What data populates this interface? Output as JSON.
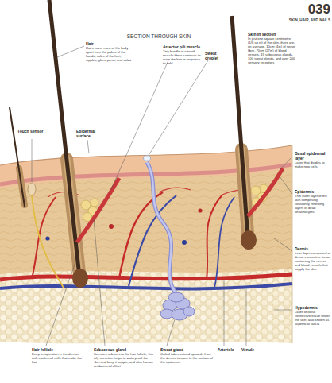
{
  "diagram": {
    "title": "SECTION THROUGH SKIN",
    "labels": [
      "039",
      "SKIN, HAIR, AND NAILS",
      "Hair",
      "Hairs cover most of the body apart from the palms of the hands, soles of the feet, nipples, glans penis, and vulva",
      "Arrector pili muscle",
      "Tiny bundle of smooth muscle fibres contracts to raise the hair in response to cold",
      "Sweat droplet",
      "Skin in section",
      "In just one square centimetre (1/6 sq in) of the skin, there are, on average, 10cm (4in) of nerve fibre, 70cm (27in) of blood vessels, 15 sebaceous glands, 100 sweat glands, and over 200 sensory receptors",
      "Touch sensor",
      "Epidermal surface",
      "Basal epidermal layer",
      "Layer that divides to make new cells",
      "Epidermis",
      "Thin outer layer of the skin comprising constantly renewing layers of dead keratinocytes",
      "Dermis",
      "Inner layer composed of dense connective tissue containing the nerves and blood vessels that supply the skin",
      "Hypodermis",
      "Layer of loose connective tissue under the skin; also known as superficial fascia",
      "Hair follicle",
      "Deep invagination in the dermis with epidermal cells that make the hair",
      "Sebaceous gland",
      "Secretes sebum into the hair follicle; this oily secretion helps to waterproof the skin and keep it supple, and also has an antibacterial effect",
      "Sweat gland",
      "Coiled tubes extend upwards from the dermis to open to the surface of the epidermis",
      "Arteriole",
      "Venule"
    ]
  }
}
